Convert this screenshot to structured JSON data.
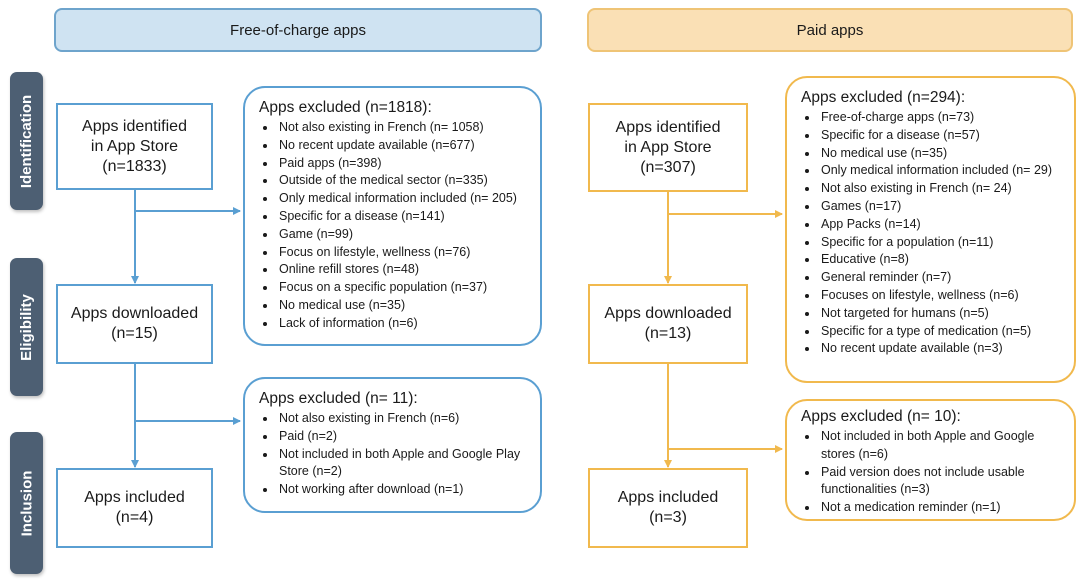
{
  "headers": {
    "free": "Free-of-charge apps",
    "paid": "Paid apps"
  },
  "phases": {
    "identification": "Identification",
    "eligibility": "Eligibility",
    "inclusion": "Inclusion"
  },
  "free": {
    "identified": {
      "line1": "Apps identified",
      "line2": "in App Store",
      "count": "(n=1833)"
    },
    "downloaded": {
      "line1": "Apps downloaded",
      "count": "(n=15)"
    },
    "included": {
      "line1": "Apps included",
      "count": "(n=4)"
    },
    "excluded1": {
      "title": "Apps excluded (n=1818):",
      "items": [
        "Not also existing  in French (n= 1058)",
        "No recent update available (n=677)",
        "Paid apps (n=398)",
        "Outside of the medical sector (n=335)",
        "Only medical information included (n= 205)",
        "Specific for a disease (n=141)",
        "Game (n=99)",
        "Focus on lifestyle, wellness (n=76)",
        "Online refill stores (n=48)",
        "Focus on a specific population (n=37)",
        "No medical use (n=35)",
        "Lack of information (n=6)"
      ]
    },
    "excluded2": {
      "title": "Apps excluded (n= 11):",
      "items": [
        "Not also existing in French (n=6)",
        "Paid (n=2)",
        "Not included in both Apple and Google Play Store (n=2)",
        "Not working after download (n=1)"
      ]
    }
  },
  "paid": {
    "identified": {
      "line1": "Apps identified",
      "line2": "in App Store",
      "count": "(n=307)"
    },
    "downloaded": {
      "line1": "Apps downloaded",
      "count": "(n=13)"
    },
    "included": {
      "line1": "Apps included",
      "count": "(n=3)"
    },
    "excluded1": {
      "title": "Apps excluded (n=294):",
      "items": [
        "Free-of-charge apps (n=73)",
        "Specific for a disease (n=57)",
        "No medical use (n=35)",
        "Only medical information included (n= 29)",
        "Not also existing in French (n= 24)",
        "Games (n=17)",
        "App Packs (n=14)",
        "Specific for a population (n=11)",
        "Educative (n=8)",
        "General reminder (n=7)",
        "Focuses on lifestyle, wellness (n=6)",
        "Not targeted for humans (n=5)",
        "Specific for a type of medication (n=5)",
        "No recent update available (n=3)"
      ]
    },
    "excluded2": {
      "title": "Apps excluded (n= 10):",
      "items": [
        "Not included in both Apple and Google stores (n=6)",
        "Paid version does not include usable functionalities (n=3)",
        "Not a medication reminder (n=1)"
      ]
    }
  },
  "colors": {
    "blue_stroke": "#5a9fd2",
    "orange_stroke": "#f1b94d",
    "phase_fill": "#4d5f73"
  }
}
